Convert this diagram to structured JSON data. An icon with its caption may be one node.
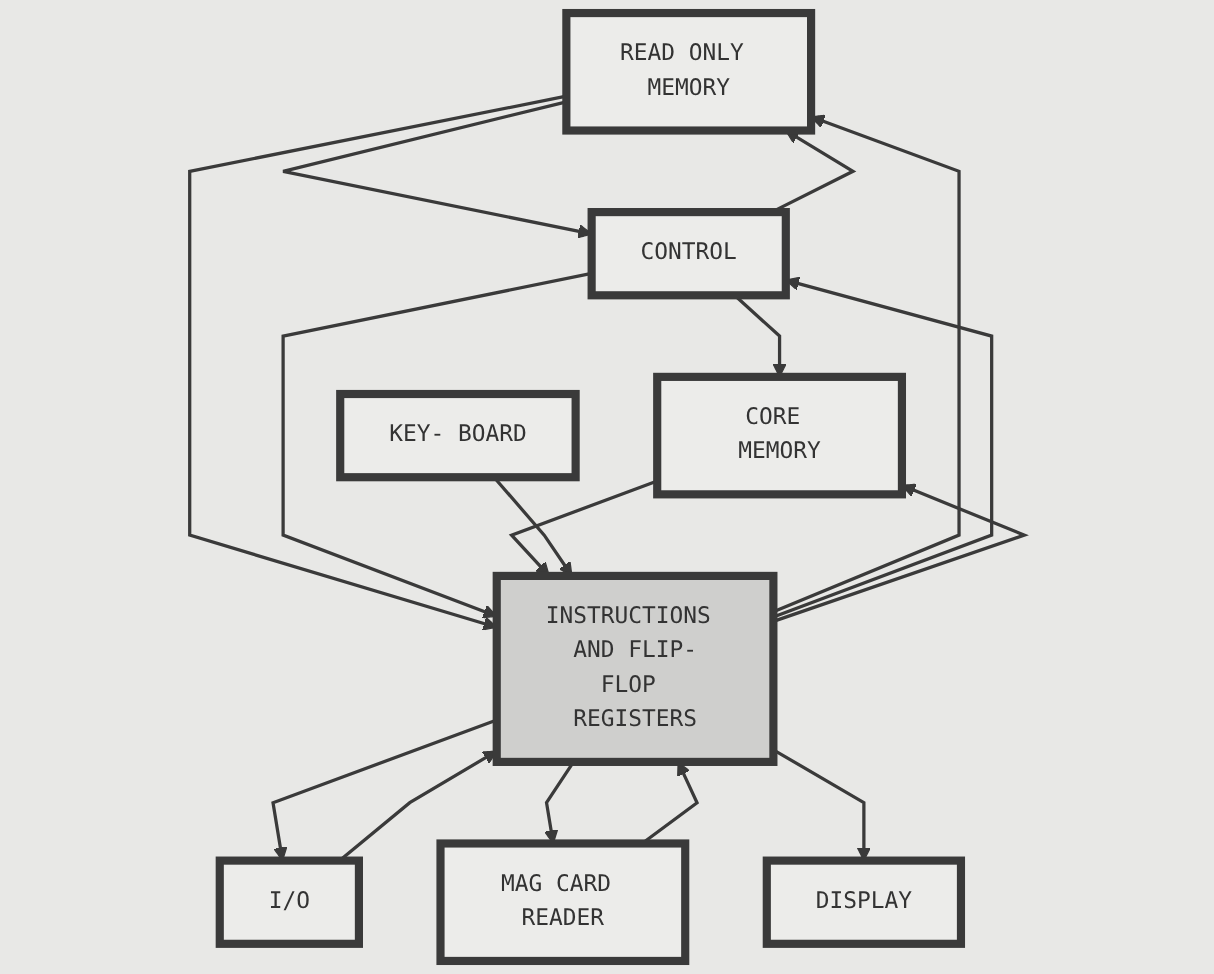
{
  "diagram": {
    "nodes": [
      {
        "text": [
          "READ ONLY MEMORY"
        ]
      },
      {
        "text": [
          "CONTROL"
        ]
      },
      {
        "text": [
          "CORE MEMORY"
        ]
      },
      {
        "text": [
          "INSTRUCTIONS AND FLIP-FLOP REGISTERS"
        ]
      },
      {
        "text": [
          "I/O"
        ]
      },
      {
        "text": [
          "KEY- BOARD"
        ]
      },
      {
        "text": [
          "MAG CARD READER"
        ]
      },
      {
        "text": [
          "DISPLAY"
        ]
      }
    ],
    "edges": [
      {
        "from": 0,
        "to": 1,
        "arrow": "to"
      },
      {
        "from": 1,
        "to": 0,
        "arrow": "to"
      },
      {
        "from": 1,
        "to": 2,
        "arrow": "to"
      },
      {
        "from": 0,
        "to": 3,
        "arrow": "to"
      },
      {
        "from": 3,
        "to": 0,
        "arrow": "to"
      },
      {
        "from": 1,
        "to": 3,
        "arrow": "to"
      },
      {
        "from": 3,
        "to": 1,
        "arrow": "to"
      },
      {
        "from": 2,
        "to": 3,
        "arrow": "to"
      },
      {
        "from": 3,
        "to": 2,
        "arrow": "to"
      },
      {
        "from": 4,
        "to": 3,
        "arrow": "to"
      },
      {
        "from": 3,
        "to": 4,
        "arrow": "to"
      },
      {
        "from": 5,
        "to": 3,
        "arrow": "to"
      },
      {
        "from": 6,
        "to": 3,
        "arrow": "to"
      },
      {
        "from": 3,
        "to": 6,
        "arrow": "to"
      },
      {
        "from": 3,
        "to": 7,
        "arrow": "to"
      }
    ]
  }
}
